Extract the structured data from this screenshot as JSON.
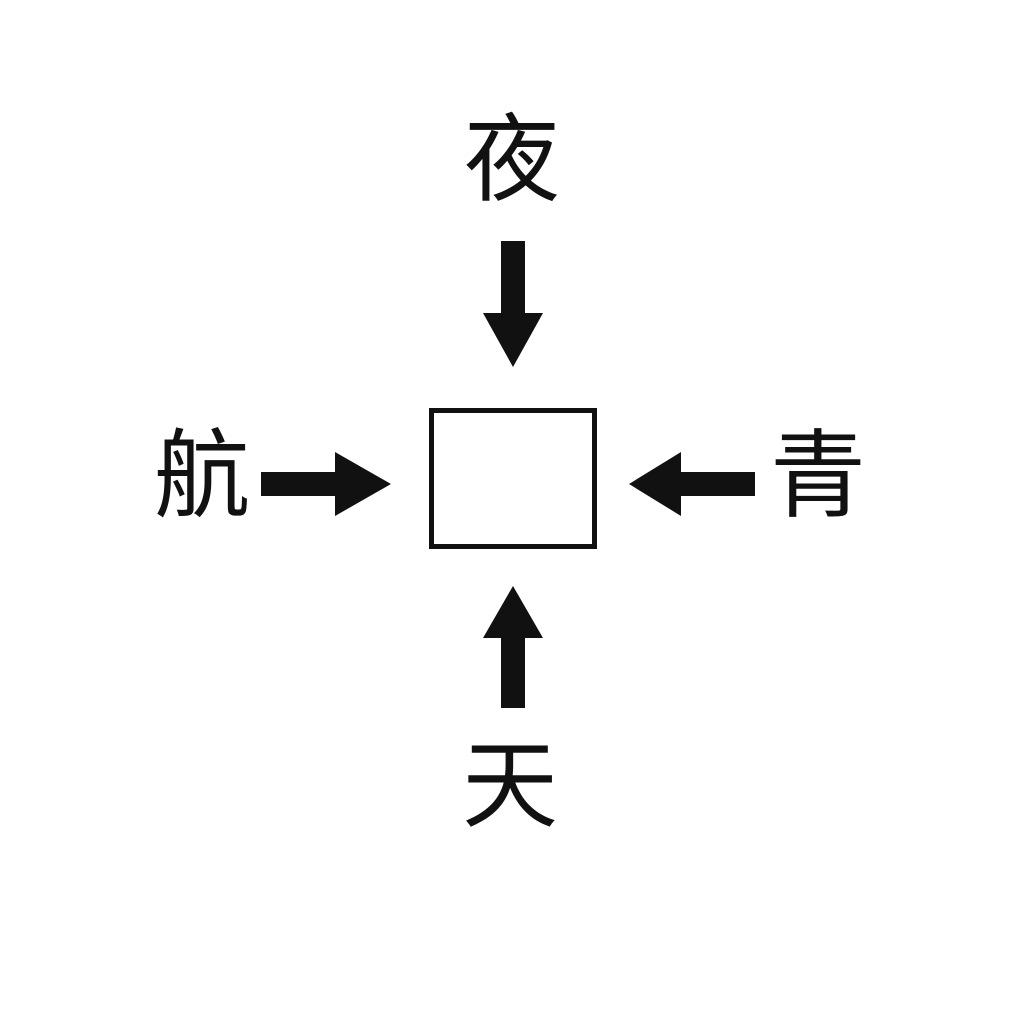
{
  "diagram": {
    "type": "radial-clue-puzzle",
    "title": "",
    "background_color": "#ffffff",
    "stroke_color": "#111111",
    "center": {
      "label": "",
      "placeholder": "",
      "state": "empty",
      "box_border_color": "#111111"
    },
    "clues": [
      {
        "id": "top",
        "character": "夜",
        "direction": "down",
        "arrow_icon": "arrow-down-icon",
        "points_to": "center"
      },
      {
        "id": "left",
        "character": "航",
        "direction": "right",
        "arrow_icon": "arrow-right-icon",
        "points_to": "center"
      },
      {
        "id": "right",
        "character": "青",
        "direction": "left",
        "arrow_icon": "arrow-left-icon",
        "points_to": "center"
      },
      {
        "id": "bottom",
        "character": "天",
        "direction": "up",
        "arrow_icon": "arrow-up-icon",
        "points_to": "center"
      }
    ]
  }
}
